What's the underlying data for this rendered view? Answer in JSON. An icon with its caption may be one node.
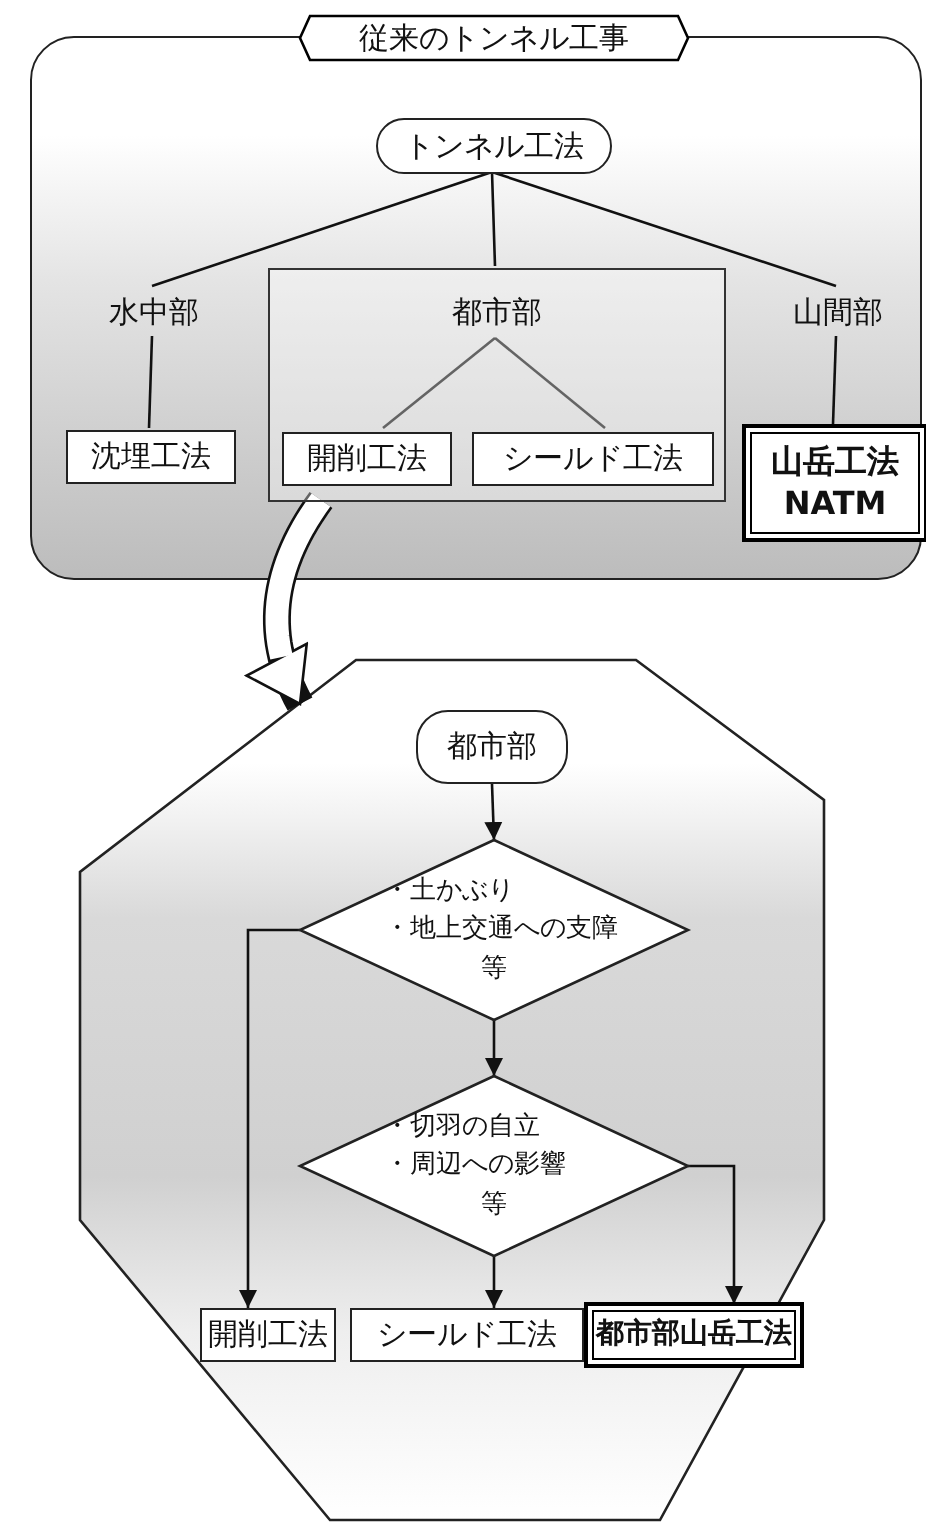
{
  "diagram": {
    "nodes": [
      {
        "text": [
          "従来のトンネル工事"
        ]
      },
      {
        "text": [
          "トンネル工法"
        ],
        "in": 0
      },
      {
        "text": [
          "水中部"
        ],
        "in": 0
      },
      {
        "text": [
          "都市部"
        ],
        "in": 0
      },
      {
        "text": [
          "山間部"
        ],
        "in": 0
      },
      {
        "text": [
          "沈埋工法"
        ],
        "in": 0
      },
      {
        "text": [
          "開削工法"
        ],
        "in": 3
      },
      {
        "text": [
          "シールド工法"
        ],
        "in": 3
      },
      {
        "text": [
          "山岳工法 NATM"
        ],
        "in": 0
      },
      {
        "text": [],
        "shape": "octagon"
      },
      {
        "text": [
          "都市部"
        ],
        "in": 9
      },
      {
        "text": [
          "・土かぶり",
          "・地上交通への支障",
          "等"
        ],
        "in": 9
      },
      {
        "text": [
          "・切羽の自立",
          "・周辺への影響",
          "等"
        ],
        "in": 9
      },
      {
        "text": [
          "開削工法"
        ],
        "in": 9
      },
      {
        "text": [
          "シールド工法"
        ],
        "in": 9
      },
      {
        "text": [
          "都市部山岳工法"
        ],
        "in": 9
      }
    ],
    "edges": [
      {
        "from": 1,
        "to": 2,
        "arrow": "none"
      },
      {
        "from": 1,
        "to": 3,
        "arrow": "none"
      },
      {
        "from": 1,
        "to": 4,
        "arrow": "none"
      },
      {
        "from": 2,
        "to": 5,
        "arrow": "none"
      },
      {
        "from": 4,
        "to": 8,
        "arrow": "none"
      },
      {
        "from": 3,
        "to": 6,
        "arrow": "none"
      },
      {
        "from": 3,
        "to": 7,
        "arrow": "none"
      },
      {
        "from": 3,
        "to": 9,
        "arrow": "to",
        "style": "thick"
      },
      {
        "from": 10,
        "to": 11,
        "arrow": "to"
      },
      {
        "from": 11,
        "to": 12,
        "arrow": "to"
      },
      {
        "from": 11,
        "to": 13,
        "arrow": "to"
      },
      {
        "from": 12,
        "to": 14,
        "arrow": "to"
      },
      {
        "from": 12,
        "to": 15,
        "arrow": "to"
      }
    ]
  }
}
